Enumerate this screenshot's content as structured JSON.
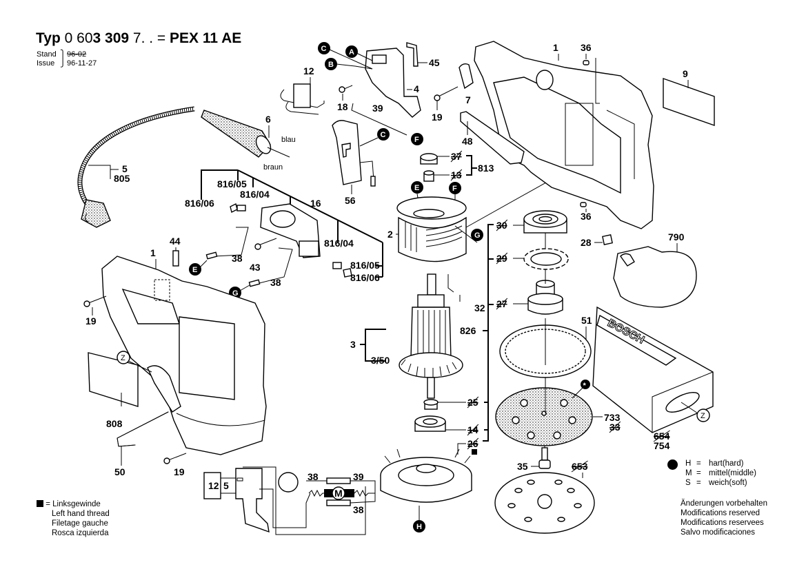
{
  "header": {
    "typ_label": "Typ",
    "model_prefix": "0 60",
    "model_bold": "3 309",
    "model_suffix": "7. . =",
    "model_name": "PEX 11 AE",
    "stand_label": "Stand",
    "stand_value": "96-02",
    "issue_label": "Issue",
    "issue_value": "96-11-27"
  },
  "legend_thread": {
    "symbol_eq": "=",
    "lines": [
      "Linksgewinde",
      "Left hand thread",
      "Filetage gauche",
      "Rosca izquierda"
    ]
  },
  "legend_hardness": {
    "rows": [
      {
        "key": "H",
        "eq": "=",
        "text": "hart(hard)"
      },
      {
        "key": "M",
        "eq": "=",
        "text": "mittel(middle)"
      },
      {
        "key": "S",
        "eq": "=",
        "text": "weich(soft)"
      }
    ]
  },
  "modifications": [
    "Änderungen vorbehalten",
    "Modifications reserved",
    "Modifications reservees",
    "Salvo modificaciones"
  ],
  "wire_colors": {
    "blue": "blau",
    "brown": "braun"
  },
  "connectors": {
    "A": "A",
    "B": "B",
    "C": "C",
    "E": "E",
    "F": "F",
    "G": "G",
    "H": "H",
    "star": "*",
    "Z": "Z"
  },
  "part_labels": {
    "p1": "1",
    "p1b": "1",
    "p2": "2",
    "p3": "3",
    "p3_50": "3/50",
    "p4": "4",
    "p5": "5",
    "p6": "6",
    "p7": "7",
    "p9": "9",
    "p12": "12",
    "p13": "13",
    "p14": "14",
    "p16": "16",
    "p18": "18",
    "p19a": "19",
    "p19b": "19",
    "p19c": "19",
    "p25": "25",
    "p26": "26",
    "p27": "27",
    "p28": "28",
    "p29": "29",
    "p30": "30",
    "p32": "32",
    "p33": "33",
    "p35": "35",
    "p36a": "36",
    "p36b": "36",
    "p37": "37",
    "p38a": "38",
    "p38b": "38",
    "p39": "39",
    "p43": "43",
    "p44": "44",
    "p45": "45",
    "p48": "48",
    "p50": "50",
    "p51": "51",
    "p56": "56",
    "p653": "653",
    "p654": "654",
    "p733": "733",
    "p754": "754",
    "p790": "790",
    "p805": "805",
    "p808": "808",
    "p813": "813",
    "p826": "826",
    "p816_05a": "816/05",
    "p816_04a": "816/04",
    "p816_06a": "816/06",
    "p816_04b": "816/04",
    "p816_05b": "816/05",
    "p816_06b": "816/06"
  },
  "schematic": {
    "switch": "12",
    "capacitor": "5",
    "brush_top_left": "38",
    "brush_top_right": "39",
    "brush_bottom": "38",
    "motor": "M"
  },
  "bag_brand": "BOSCH"
}
